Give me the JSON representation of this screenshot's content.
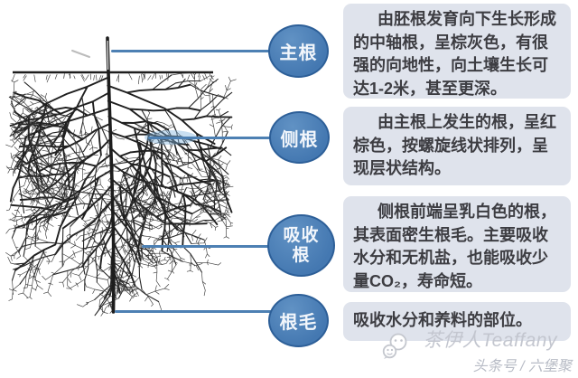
{
  "diagram": {
    "nodes": [
      {
        "id": "main-root",
        "label": "主根",
        "desc": "由胚根发育向下生长形成的中轴根，呈棕灰色，有很强的向地性，向土壤生长可达1-2米，甚至更深。"
      },
      {
        "id": "lateral-root",
        "label": "侧根",
        "desc": "由主根上发生的根，呈红棕色，按螺旋线状排列，呈现层状结构。"
      },
      {
        "id": "absorbing-root",
        "label": "吸收根",
        "desc": "侧根前端呈乳白色的根，其表面密生根毛。主要吸收水分和无机盐，也能吸收少量CO₂，寿命短。"
      },
      {
        "id": "root-hair",
        "label": "根毛",
        "desc": "吸收水分和养料的部位。"
      }
    ],
    "colors": {
      "circle_fill": "#4478b1",
      "circle_fill_light": "#6192c4",
      "circle_border": "#2d5f98",
      "connector": "#4d80b3",
      "box_bg": "#dfe3ec",
      "box_text": "#3d3d42",
      "ink": "#222222",
      "highlight": "#7fb2dd",
      "watermark": "#c3c6cf"
    }
  },
  "watermark": {
    "brand": "茶伊人Teaffany",
    "source": "头条号 / 六堡聚"
  }
}
